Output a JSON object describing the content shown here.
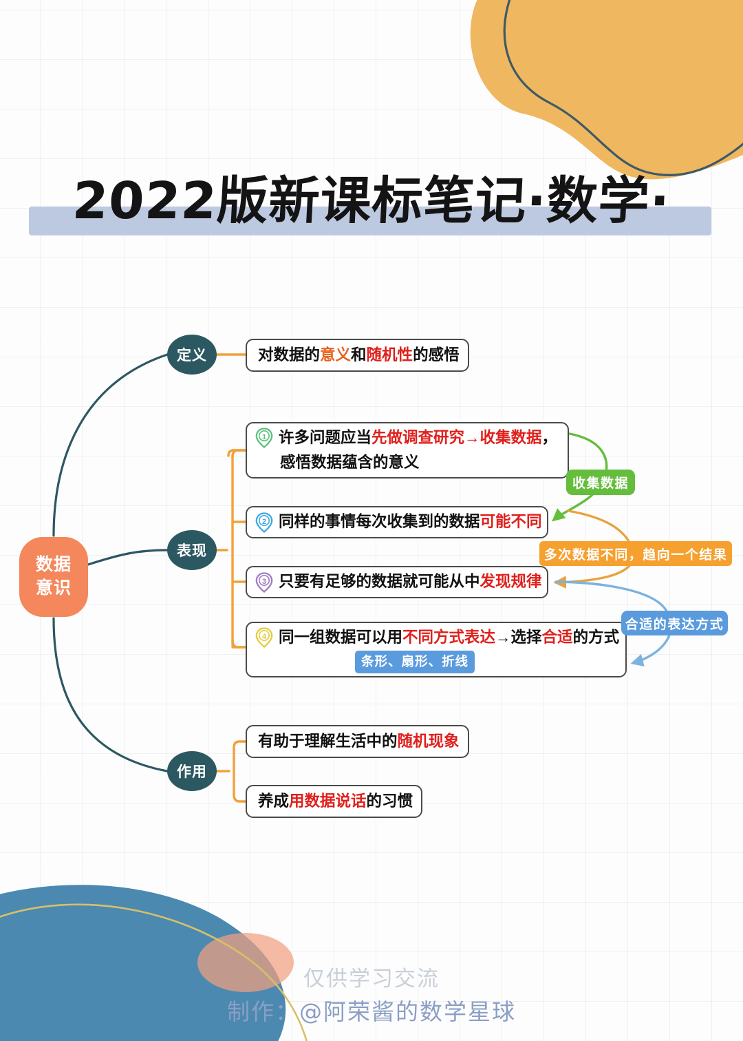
{
  "page": {
    "title": "2022版新课标笔记·数学·",
    "background_color": "#fdfdfd",
    "accent_color": "#f4875c"
  },
  "header": {
    "title": "2022版新课标笔记·数学·",
    "band_color": "#b9c6de"
  },
  "mindmap": {
    "root": {
      "label_line1": "数据",
      "label_line2": "意识",
      "color": "#f4875c"
    },
    "branches": [
      {
        "id": "definition",
        "label": "定义",
        "color": "#2c5862"
      },
      {
        "id": "expression",
        "label": "表现",
        "color": "#2c5862"
      },
      {
        "id": "role",
        "label": "作用",
        "color": "#2c5862"
      }
    ],
    "definition_items": [
      {
        "pin": null,
        "segments": [
          {
            "text": "对数据的",
            "style": "normal"
          },
          {
            "text": "意义",
            "style": "orange"
          },
          {
            "text": "和",
            "style": "normal"
          },
          {
            "text": "随机性",
            "style": "red"
          },
          {
            "text": "的感悟",
            "style": "normal"
          }
        ]
      }
    ],
    "expression_items": [
      {
        "pin": "pin-1-icon",
        "pin_number": "1",
        "pin_color": "#5cbf7e",
        "line1": [
          {
            "text": "许多问题应当",
            "style": "normal"
          },
          {
            "text": "先做调查研究→收集数据",
            "style": "red"
          },
          {
            "text": "，",
            "style": "normal"
          }
        ],
        "line2": [
          {
            "text": "感悟数据蕴含的意义",
            "style": "normal"
          }
        ]
      },
      {
        "pin": "pin-2-icon",
        "pin_number": "2",
        "pin_color": "#3fa8e0",
        "line1": [
          {
            "text": "同样的事情每次收集到的数据",
            "style": "normal"
          },
          {
            "text": "可能不同",
            "style": "red"
          }
        ]
      },
      {
        "pin": "pin-3-icon",
        "pin_number": "3",
        "pin_color": "#a07cc0",
        "line1": [
          {
            "text": "只要有足够的数据就可能从中",
            "style": "normal"
          },
          {
            "text": "发现规律",
            "style": "red"
          }
        ]
      },
      {
        "pin": "pin-4-icon",
        "pin_number": "4",
        "pin_color": "#e4cb3c",
        "line1": [
          {
            "text": "同一组数据可以用",
            "style": "normal"
          },
          {
            "text": "不同方式表达",
            "style": "red"
          },
          {
            "text": "→选择",
            "style": "normal"
          },
          {
            "text": "合适",
            "style": "red"
          },
          {
            "text": "的方式",
            "style": "normal"
          }
        ],
        "badge": "条形、扇形、折线",
        "badge_color": "#5a9bdd"
      }
    ],
    "role_items": [
      {
        "segments": [
          {
            "text": "有助于理解生活中的",
            "style": "normal"
          },
          {
            "text": "随机现象",
            "style": "red"
          }
        ]
      },
      {
        "segments": [
          {
            "text": "养成",
            "style": "normal"
          },
          {
            "text": "用数据说话",
            "style": "red"
          },
          {
            "text": "的习惯",
            "style": "normal"
          }
        ]
      }
    ],
    "annotations": [
      {
        "id": "collect-data",
        "label": "收集数据",
        "color": "#64bd3c"
      },
      {
        "id": "multiple-data",
        "label": "多次数据不同，趋向一个结果",
        "color": "#f5a02f"
      },
      {
        "id": "suitable-expression",
        "label": "合适的表达方式",
        "color": "#5a9bdd"
      }
    ]
  },
  "footer": {
    "line1": "仅供学习交流",
    "line2": "制作：@阿荣酱的数学星球"
  }
}
